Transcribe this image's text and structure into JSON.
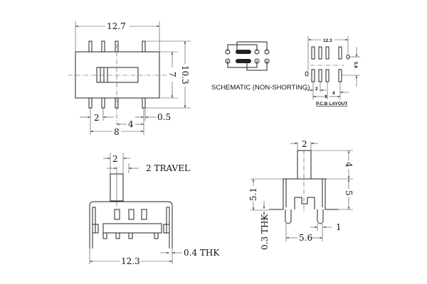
{
  "top_view": {
    "width": "12.7",
    "body_height": "7",
    "total_height": "10.3",
    "pitch": "2",
    "pitch_4": "4",
    "span": "8",
    "pin_width": "0.5"
  },
  "schematic": {
    "label": "SCHEMATIC (NON-SHORTING)"
  },
  "pcb_layout": {
    "width": "12.3",
    "row_spacing": "5.6",
    "pitch": "2",
    "pitch_4": "4",
    "span": "8",
    "label": "P.C.B LAYOUT"
  },
  "front_view": {
    "actuator_width": "2",
    "travel": "2 TRAVEL",
    "width": "12.3",
    "thickness": "0.4 THK"
  },
  "side_view": {
    "actuator_width": "2",
    "actuator_height": "4",
    "body_height": "5",
    "leg_height": "5.1",
    "thickness": "0.3 THK",
    "leg_spacing": "5.6",
    "leg_width": "1"
  }
}
